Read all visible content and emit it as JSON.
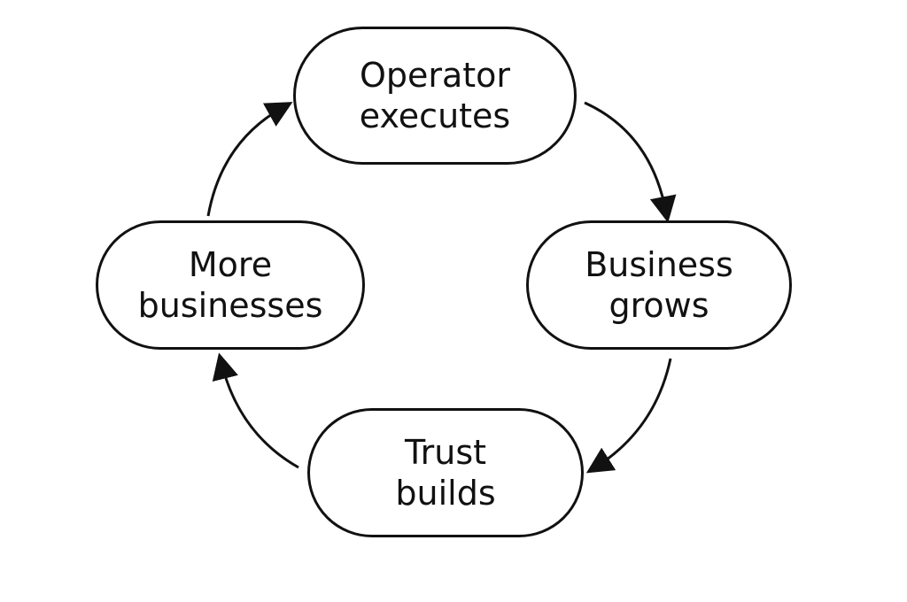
{
  "diagram": {
    "type": "cycle",
    "nodes": [
      {
        "id": "operator",
        "lines": [
          "Operator",
          "executes"
        ]
      },
      {
        "id": "business",
        "lines": [
          "Business",
          "grows"
        ]
      },
      {
        "id": "trust",
        "lines": [
          "Trust",
          "builds"
        ]
      },
      {
        "id": "more",
        "lines": [
          "More",
          "businesses"
        ]
      }
    ],
    "edges": [
      {
        "from": "operator",
        "to": "business"
      },
      {
        "from": "business",
        "to": "trust"
      },
      {
        "from": "trust",
        "to": "more"
      },
      {
        "from": "more",
        "to": "operator"
      }
    ],
    "colors": {
      "stroke": "#111111",
      "text": "#111111",
      "background": "#ffffff"
    }
  }
}
